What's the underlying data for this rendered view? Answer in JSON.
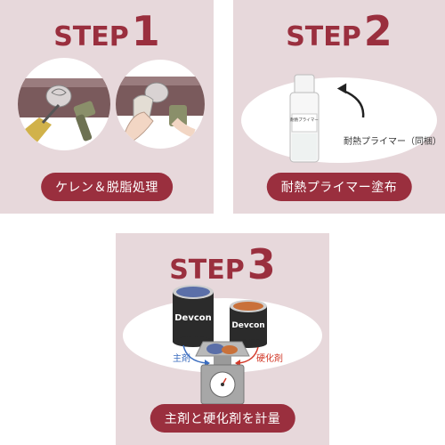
{
  "step1": {
    "word": "STEP",
    "number": "1",
    "caption": "ケレン＆脱脂処理"
  },
  "step2": {
    "word": "STEP",
    "number": "2",
    "caption": "耐熱プライマー塗布",
    "bottle_label": "耐熱プライマー（同梱）",
    "bottle_text": "耐熱プライマー"
  },
  "step3": {
    "word": "STEP",
    "number": "3",
    "caption": "主剤と硬化剤を計量",
    "can_brand_left": "Devcon",
    "can_brand_right": "Devcon",
    "label_main": "主剤",
    "label_hardener": "硬化剤"
  },
  "colors": {
    "panel_bg": "#e7d8db",
    "accent": "#9a2f3e",
    "main_agent": "#5b6fa8",
    "hardener": "#c9713a"
  }
}
